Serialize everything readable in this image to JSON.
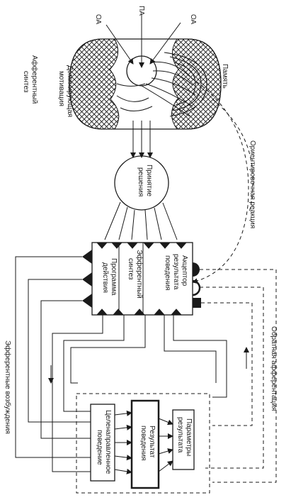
{
  "labels": {
    "pa": "ПА",
    "oa_left": "ОА",
    "oa_right": "ОА",
    "afferent_synthesis_1": "Афферентный",
    "afferent_synthesis_2": "синтез",
    "dominant_motivation_1": "Доминирующая",
    "dominant_motivation_2": "мотивация",
    "memory": "Память",
    "decision_1": "Принятие",
    "decision_2": "решения",
    "orienting_reaction": "Ориентировочная реакция",
    "acceptor_1": "Акцептор",
    "acceptor_2": "результата",
    "acceptor_3": "поведения",
    "efferent_synthesis_1": "Эфферентный",
    "efferent_synthesis_2": "синтез",
    "action_program_1": "Программа",
    "action_program_2": "действия",
    "feedback_afferentation": "Обратная афферентация",
    "efferent_excitations": "Эфферентные возбуждения",
    "goal_behavior_1": "Целенаправленное",
    "goal_behavior_2": "поведение",
    "behavior_result_1": "Результат",
    "behavior_result_2": "поведения",
    "result_params_1": "Параметры",
    "result_params_2": "результата"
  }
}
